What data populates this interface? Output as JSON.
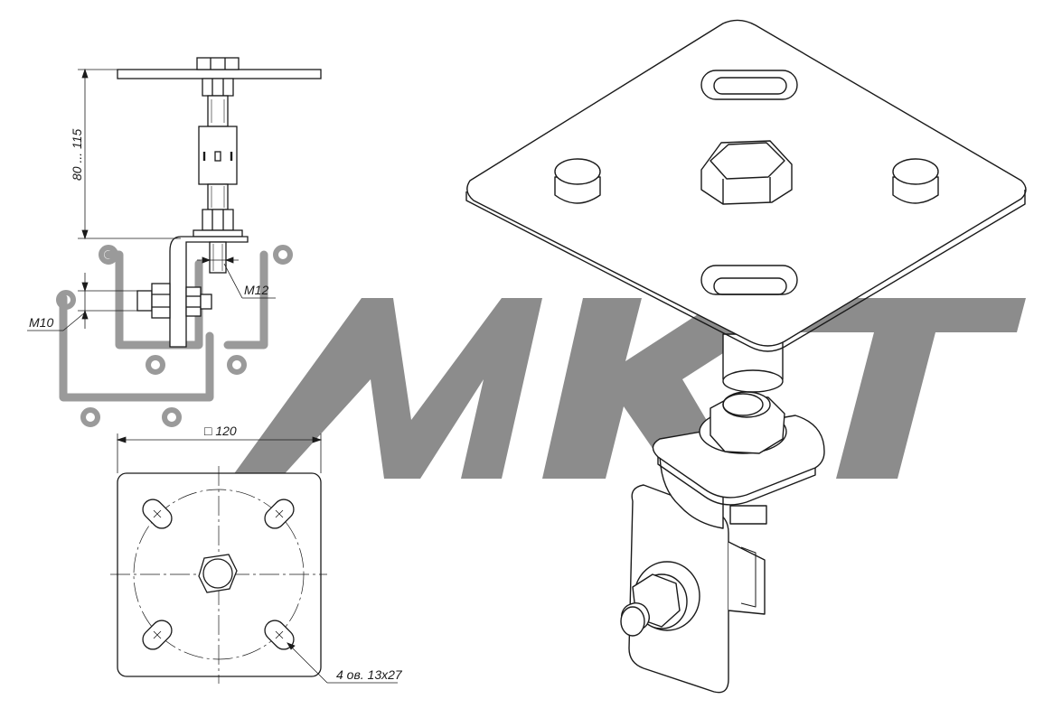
{
  "drawing": {
    "watermark_text": "MKT",
    "side_view": {
      "height_dimension": "80 ... 115",
      "bolt_thread_label": "M12",
      "clamp_bolt_label": "M10"
    },
    "plan_view": {
      "plate_size_label": "□ 120",
      "slots_label": "4 ов. 13х27"
    }
  },
  "colors": {
    "line": "#1a1a1a",
    "watermark": "#8c8c8c",
    "profile": "#9a9a9a",
    "background": "#ffffff"
  }
}
